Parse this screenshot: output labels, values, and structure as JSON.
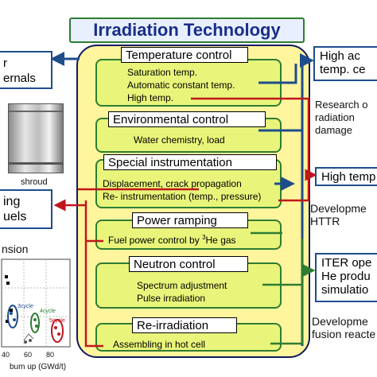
{
  "title": "Irradiation Technology",
  "sections": [
    {
      "heading": "Temperature control",
      "items": [
        "Saturation temp.",
        "Automatic constant temp.",
        "High temp."
      ]
    },
    {
      "heading": "Environmental control",
      "items": [
        "Water chemistry, load"
      ]
    },
    {
      "heading": "Special instrumentation",
      "items": [
        "Displacement, crack propagation",
        "Re- instrumentation (temp., pressure)"
      ]
    },
    {
      "heading": "Power ramping",
      "items": [
        "Fuel power control by ",
        "3",
        "He gas"
      ]
    },
    {
      "heading": "Neutron control",
      "items": [
        "Spectrum adjustment",
        "Pulse irradiation"
      ]
    },
    {
      "heading": "Re-irradiation",
      "items": [
        "Assembling in hot cell"
      ]
    }
  ],
  "left": {
    "box1": [
      "r",
      "ernals"
    ],
    "photo_label": "shroud",
    "box2": [
      "ing",
      "uels"
    ],
    "graph_title": "nsion",
    "graph_xlabel": "bum up (GWd/t)",
    "graph_xticks": [
      "40",
      "60",
      "80"
    ],
    "cycle_labels": [
      "3cycle",
      "4cycle",
      "5cycle"
    ]
  },
  "right": {
    "box1": [
      "High ac",
      "temp. ce"
    ],
    "text1": [
      "Research o",
      "radiation",
      "damage"
    ],
    "box2": [
      "High temp"
    ],
    "text2": [
      "Developme",
      "HTTR"
    ],
    "box3": [
      "ITER ope",
      "He produ",
      "simulatio"
    ],
    "text3": [
      "Developme",
      "fusion reacte"
    ]
  },
  "colors": {
    "arrow_blue": "#1e4d8c",
    "arrow_red": "#c0161c",
    "arrow_green": "#2e7d32",
    "panel_yellow": "#fff59d",
    "section_green": "#e8f57a"
  }
}
